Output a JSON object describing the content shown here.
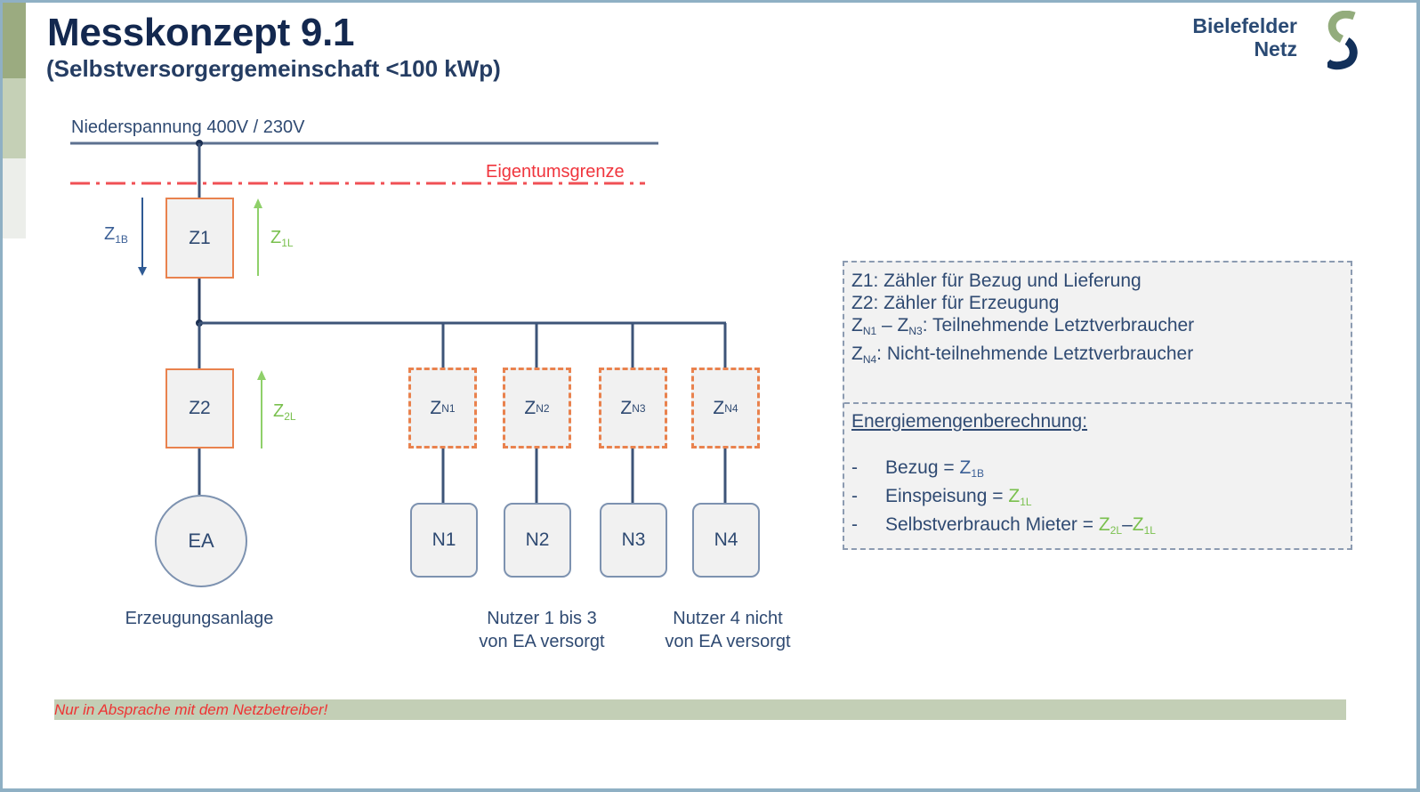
{
  "header": {
    "title": "Messkonzept 9.1",
    "subtitle": "(Selbstversorgergemeinschaft <100 kWp)"
  },
  "logo": {
    "line1": "Bielefelder",
    "line2": "Netz",
    "colors": {
      "green": "#93ac7c",
      "navy": "#12305a"
    }
  },
  "diagram": {
    "grid_label": "Niederspannung 400V / 230V",
    "boundary_label": "Eigentumsgrenze",
    "meters": {
      "z1": "Z1",
      "z2": "Z2"
    },
    "flow_labels": {
      "z1b": {
        "base": "Z",
        "sub": "1B"
      },
      "z1l": {
        "base": "Z",
        "sub": "1L"
      },
      "z2l": {
        "base": "Z",
        "sub": "2L"
      }
    },
    "user_meters": [
      {
        "base": "Z",
        "sub": "N1"
      },
      {
        "base": "Z",
        "sub": "N2"
      },
      {
        "base": "Z",
        "sub": "N3"
      },
      {
        "base": "Z",
        "sub": "N4"
      }
    ],
    "users": [
      "N1",
      "N2",
      "N3",
      "N4"
    ],
    "generator": "EA",
    "captions": {
      "generator": "Erzeugungsanlage",
      "users_1_3_line1": "Nutzer 1 bis 3",
      "users_1_3_line2": "von EA versorgt",
      "user_4_line1": "Nutzer 4 nicht",
      "user_4_line2": "von EA versorgt"
    },
    "colors": {
      "line": "#3d5478",
      "boundary": "#f05055",
      "meter_border": "#e9824e",
      "supply_arrow": "#2f5a94",
      "feed_arrow": "#8fd06a"
    }
  },
  "legend": {
    "line1": "Z1: Zähler für Bezug und Lieferung",
    "line2": "Z2: Zähler für Erzeugung",
    "line3_a": "Z",
    "line3_a_sub": "N1",
    "line3_mid": " – Z",
    "line3_b_sub": "N3",
    "line3_rest": ": Teilnehmende Letztverbraucher",
    "line4_a": "Z",
    "line4_a_sub": "N4",
    "line4_rest": ": Nicht-teilnehmende Letztverbraucher",
    "calc_title": "Energiemengenberechnung:",
    "calc_items": [
      {
        "dash": "-",
        "label": "Bezug = ",
        "terms": [
          {
            "base": "Z",
            "sub": "1B",
            "color": "blue"
          }
        ]
      },
      {
        "dash": "-",
        "label": "Einspeisung = ",
        "terms": [
          {
            "base": "Z",
            "sub": "1L",
            "color": "green"
          }
        ]
      },
      {
        "dash": "-",
        "label": "Selbstverbrauch Mieter = ",
        "terms": [
          {
            "base": "Z",
            "sub": "2L",
            "color": "green"
          },
          {
            "sep": " – "
          },
          {
            "base": "Z",
            "sub": "1L",
            "color": "green"
          }
        ]
      }
    ]
  },
  "note": {
    "text": "Nur in Absprache mit dem Netzbetreiber!"
  }
}
